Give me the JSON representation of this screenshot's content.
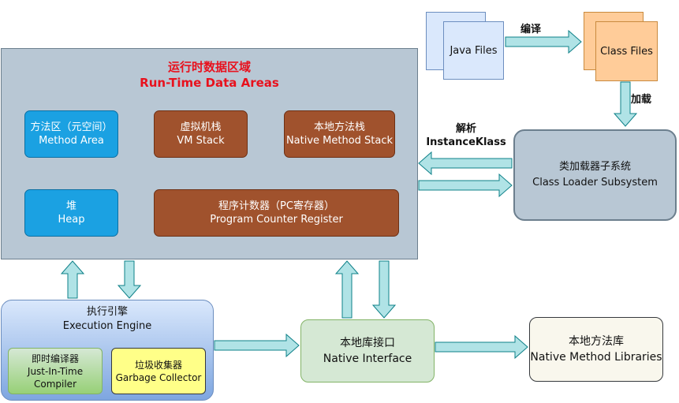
{
  "runtime": {
    "title_zh": "运行时数据区域",
    "title_en": "Run-Time Data Areas",
    "method_area": {
      "zh": "方法区（元空间）",
      "en": "Method Area"
    },
    "vm_stack": {
      "zh": "虚拟机栈",
      "en": "VM Stack"
    },
    "native_stack": {
      "zh": "本地方法栈",
      "en": "Native Method Stack"
    },
    "heap": {
      "zh": "堆",
      "en": "Heap"
    },
    "pc_register": {
      "zh": "程序计数器（PC寄存器）",
      "en": "Program Counter Register"
    }
  },
  "files": {
    "java": "Java Files",
    "class": "Class Files",
    "compile_label": "编译",
    "load_label": "加载"
  },
  "loader": {
    "zh": "类加载器子系统",
    "en": "Class Loader Subsystem",
    "parse_label_zh": "解析",
    "parse_label_en": "InstanceKlass"
  },
  "engine": {
    "zh": "执行引擎",
    "en": "Execution Engine",
    "jit": {
      "zh": "即时编译器",
      "en1": "Just-In-Time",
      "en2": "Compiler"
    },
    "gc": {
      "zh": "垃圾收集器",
      "en": "Garbage Collector"
    }
  },
  "native_interface": {
    "zh": "本地库接口",
    "en": "Native Interface"
  },
  "native_libraries": {
    "zh": "本地方法库",
    "en": "Native Method Libraries"
  },
  "colors": {
    "arrow_fill": "#b0e3e6",
    "arrow_stroke": "#0e8088",
    "title_red": "#e8111d",
    "blue_box": "#1ba1e2",
    "brown_box": "#a0522d"
  }
}
